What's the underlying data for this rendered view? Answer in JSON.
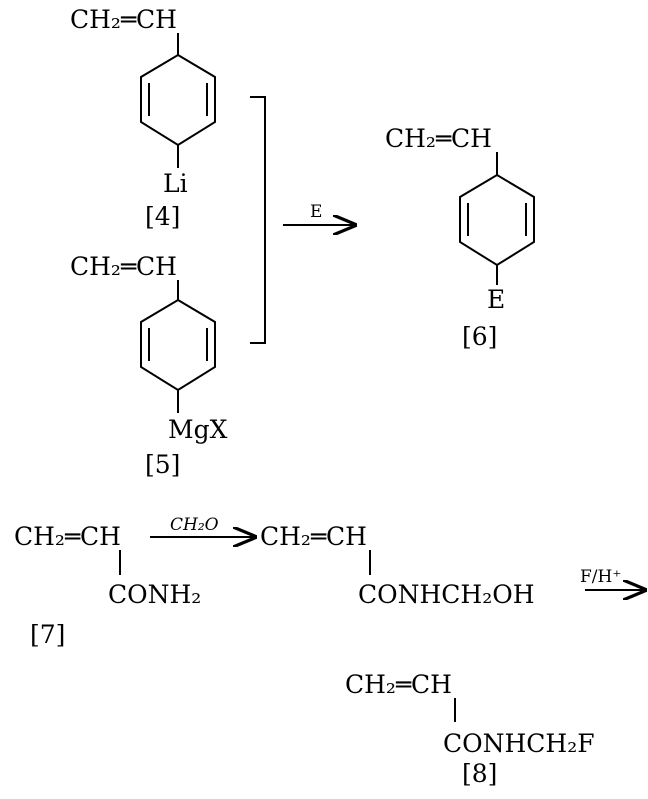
{
  "compounds": {
    "c4": {
      "vinyl": "CH₂═CH",
      "substituent": "Li",
      "label": "[4]"
    },
    "c5": {
      "vinyl": "CH₂═CH",
      "substituent": "MgX",
      "label": "[5]"
    },
    "c6": {
      "vinyl": "CH₂═CH",
      "substituent": "E",
      "label": "[6]"
    },
    "c7": {
      "vinyl": "CH₂═CH",
      "substituent": "CONH₂",
      "label": "[7]"
    },
    "intermediate": {
      "vinyl": "CH₂═CH",
      "substituent": "CONHCH₂OH"
    },
    "c8": {
      "vinyl": "CH₂═CH",
      "substituent": "CONHCH₂F",
      "label": "[8]"
    }
  },
  "reagents": {
    "r1": "E",
    "r2": "CH₂O",
    "r3": "F/H⁺"
  }
}
